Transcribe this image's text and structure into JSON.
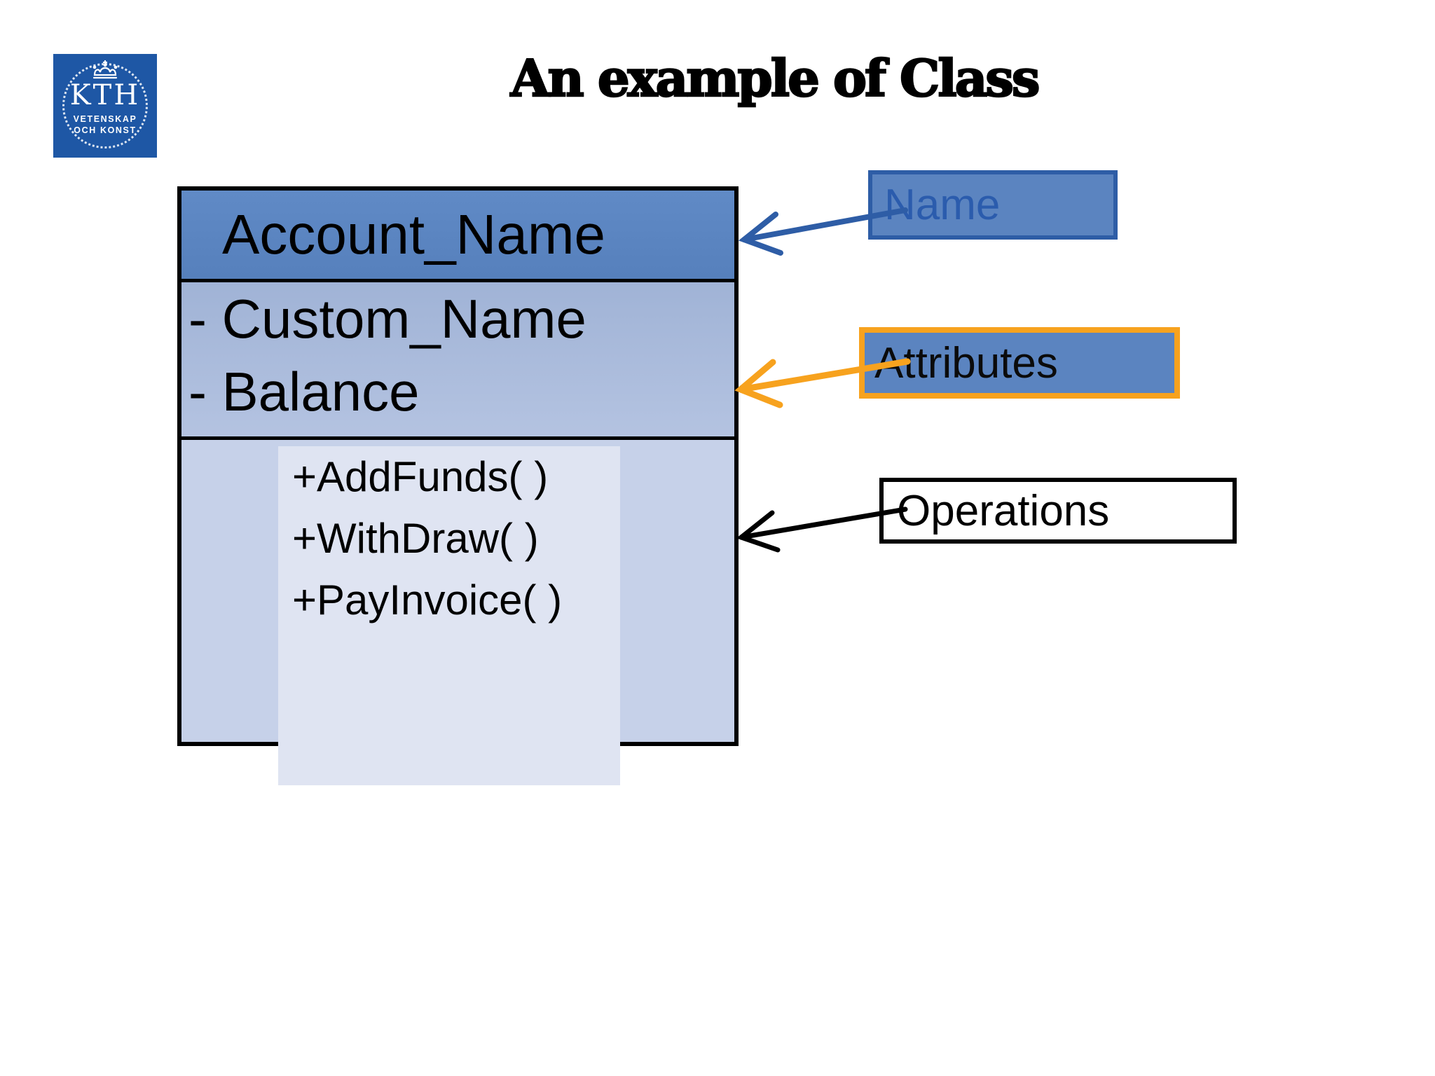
{
  "slide_title": "An example of Class",
  "logo": {
    "acronym": "KTH",
    "subtitle_line1": "VETENSKAP",
    "subtitle_line2": "OCH KONST"
  },
  "uml_class": {
    "name": "Account_Name",
    "attributes": [
      "- Custom_Name",
      "- Balance"
    ],
    "operations": [
      "+AddFunds( )",
      "+WithDraw( )",
      "+PayInvoice( )"
    ]
  },
  "callouts": {
    "name_label": "Name",
    "attributes_label": "Attributes",
    "operations_label": "Operations"
  },
  "colors": {
    "kth_blue": "#1e57a5",
    "header_blue": "#5b84c0",
    "attributes_blue": "#a6b8da",
    "operations_blue": "#c6d1e9",
    "inner_panel": "#dfe4f2",
    "callout_fill": "#5b84c0",
    "name_border": "#2e5da6",
    "name_text": "#2b5cad",
    "orange": "#f7a21e",
    "ink": "#000000"
  }
}
